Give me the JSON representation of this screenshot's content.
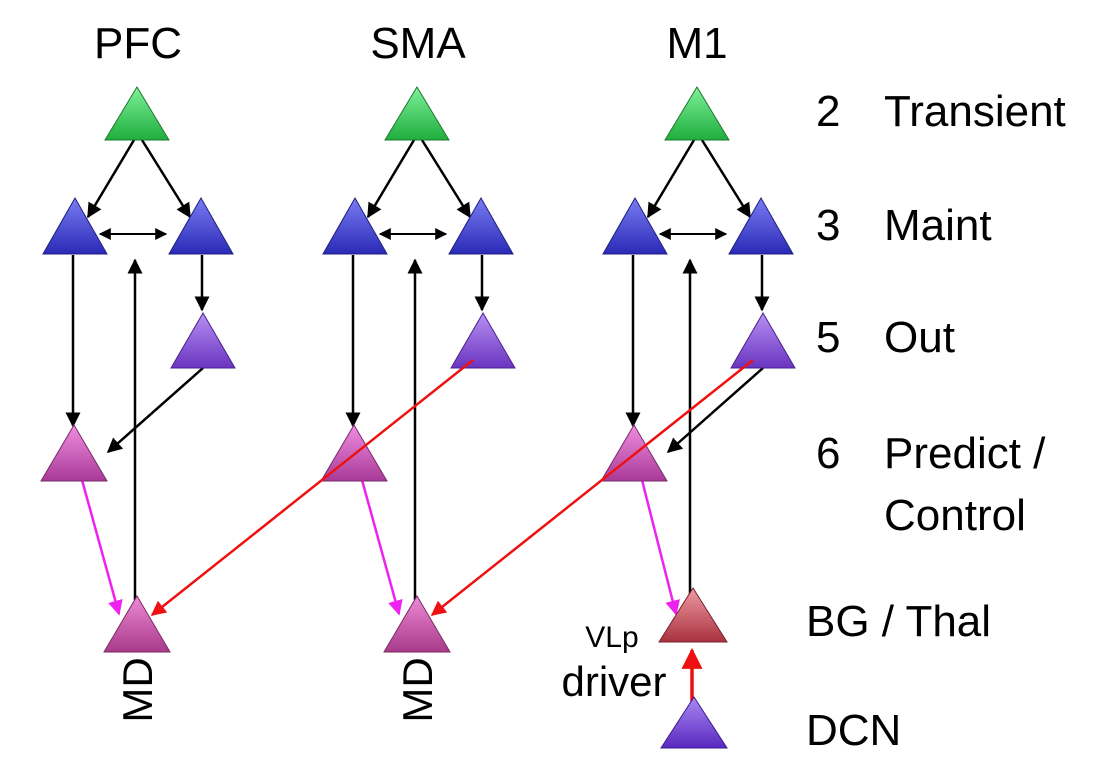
{
  "columns": [
    {
      "title": "PFC",
      "thal_label": "MD"
    },
    {
      "title": "SMA",
      "thal_label": "MD"
    },
    {
      "title": "M1",
      "thal_label_small": "VLp",
      "thal_label_big": "driver"
    }
  ],
  "layers": [
    {
      "num": "2",
      "name": "Transient"
    },
    {
      "num": "3",
      "name": "Maint"
    },
    {
      "num": "5",
      "name": "Out"
    },
    {
      "num": "6",
      "name": "Predict /",
      "name2": "Control"
    },
    {
      "name": "BG / Thal"
    },
    {
      "name": "DCN"
    }
  ],
  "colors": {
    "l2": "#33cc55",
    "l3": "#3b3bd6",
    "l5": "#8a4fd6",
    "l6": "#cc4fb8",
    "md": "#c94fa8",
    "vlp": "#c44a5a",
    "dcn": "#7a3fd6",
    "arrow": "#000000",
    "red": "#ee1111",
    "magenta": "#ee22ee"
  }
}
